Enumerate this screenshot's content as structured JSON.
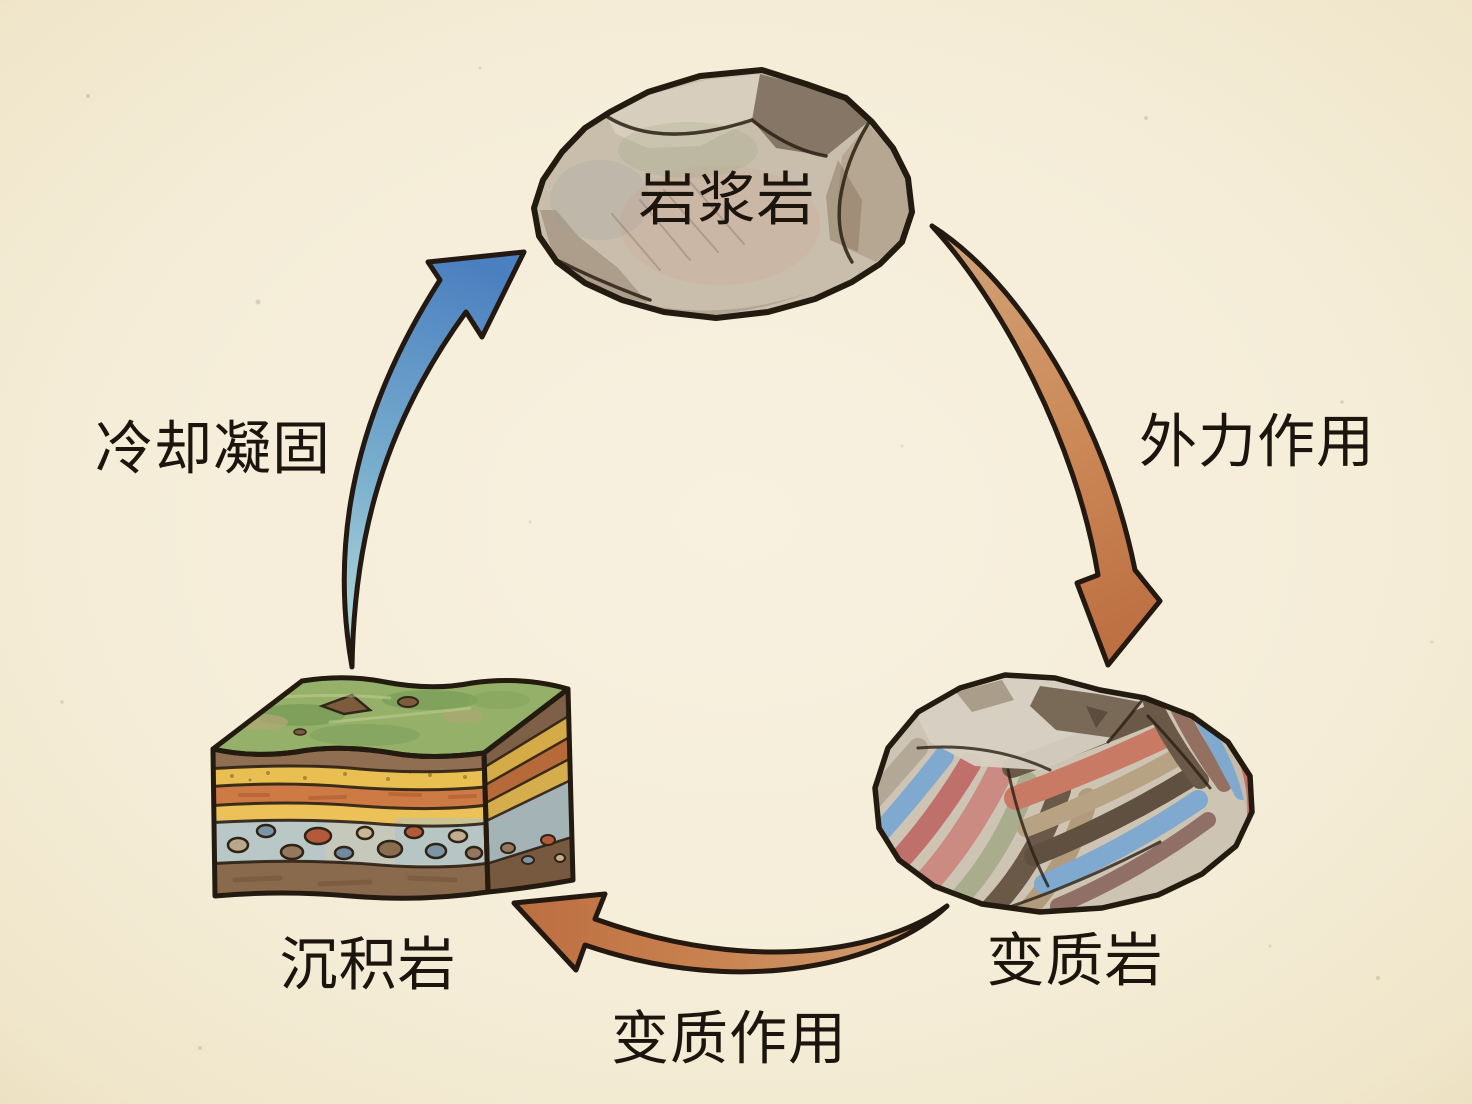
{
  "page": {
    "background_color": "#f5edd7",
    "vignette_color": "#eaddbc"
  },
  "diagram": {
    "type": "cycle",
    "nodes": [
      {
        "id": "igneous",
        "label": "岩浆岩",
        "illustration": "gray-rock"
      },
      {
        "id": "metamorphic",
        "label": "变质岩",
        "illustration": "banded-folded-rock"
      },
      {
        "id": "sedimentary",
        "label": "沉积岩",
        "illustration": "layered-strata-block"
      }
    ],
    "edges": [
      {
        "from": "igneous",
        "to": "metamorphic",
        "label": "外力作用",
        "arrow_color": "#c28054",
        "direction": "down-right"
      },
      {
        "from": "metamorphic",
        "to": "sedimentary",
        "label": "变质作用",
        "arrow_color": "#c28054",
        "direction": "left"
      },
      {
        "from": "sedimentary",
        "to": "igneous",
        "label": "冷却凝固",
        "arrow_color": "#5f93c8",
        "direction": "up-right"
      }
    ]
  }
}
